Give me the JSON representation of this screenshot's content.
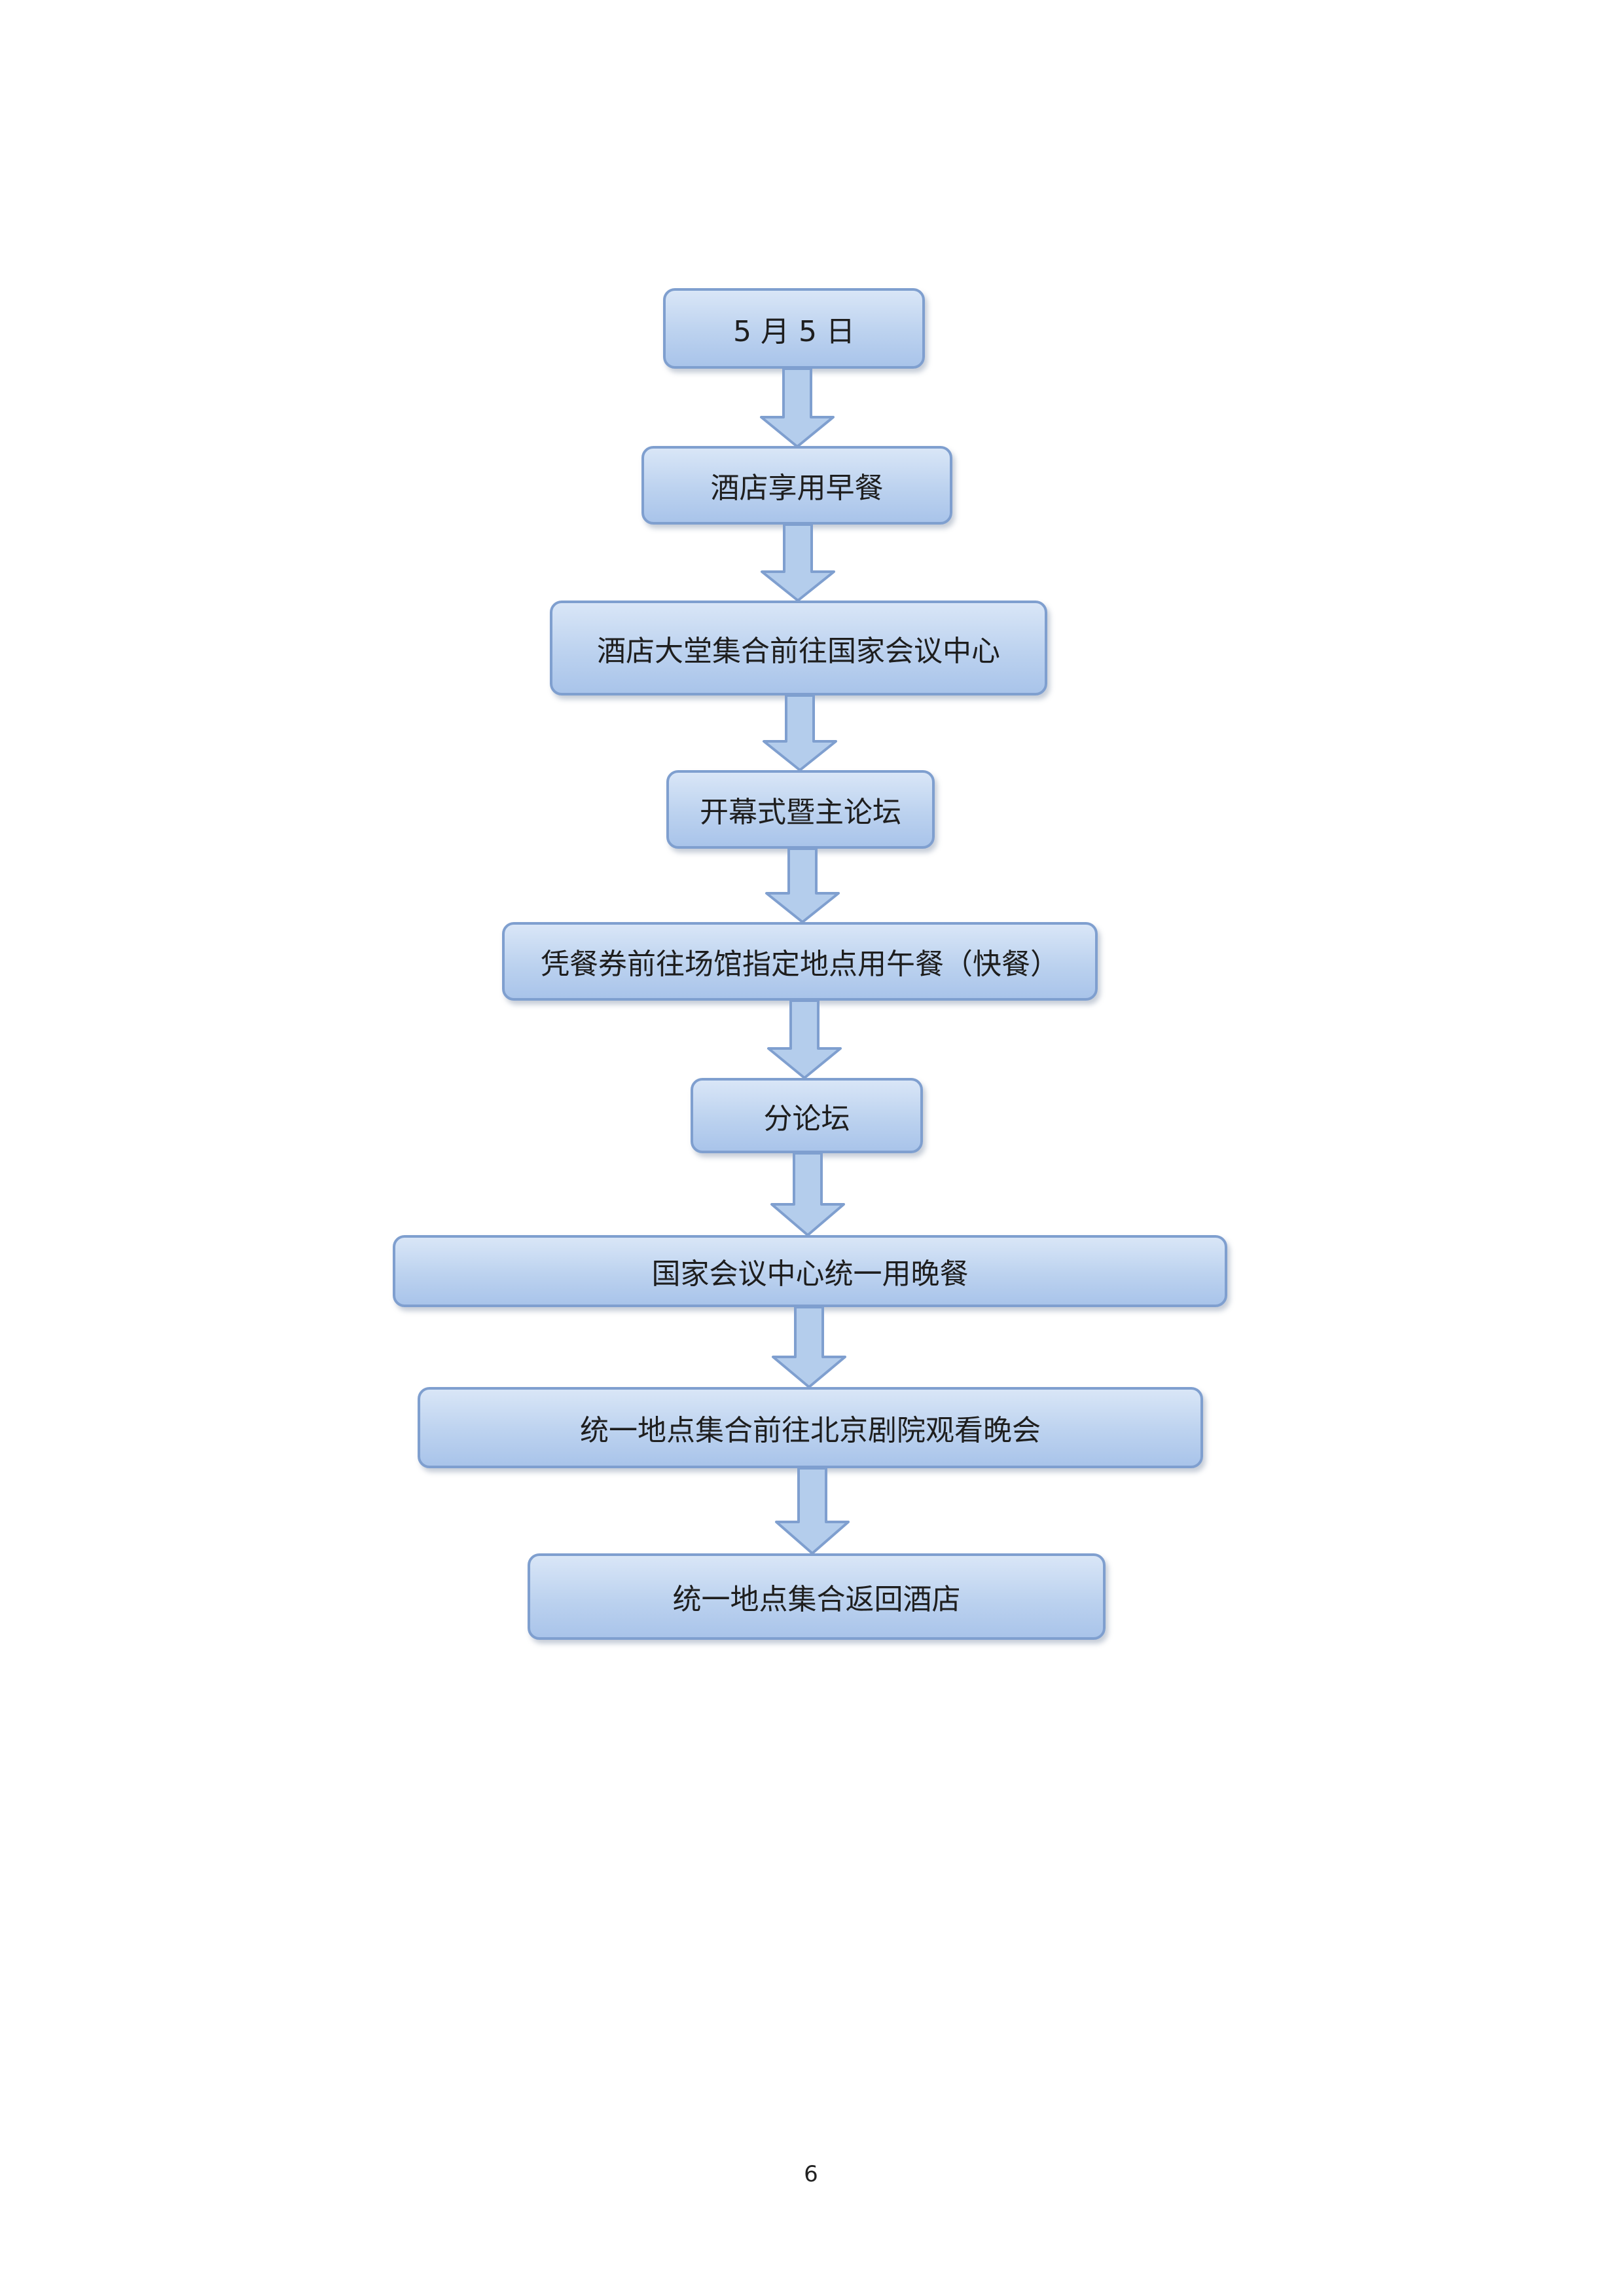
{
  "flowchart": {
    "steps": [
      "5 月 5 日",
      "酒店享用早餐",
      "酒店大堂集合前往国家会议中心",
      "开幕式暨主论坛",
      "凭餐券前往场馆指定地点用午餐（快餐）",
      "分论坛",
      "国家会议中心统一用晚餐",
      "统一地点集合前往北京剧院观看晚会",
      "统一地点集合返回酒店"
    ],
    "colors": {
      "box_fill_top": "#d9e6f7",
      "box_fill_bottom": "#a9c4ea",
      "box_border": "#7f9fcf",
      "arrow_fill": "#b4cdec",
      "arrow_border": "#7f9fcf"
    }
  },
  "page": {
    "number": "6"
  }
}
